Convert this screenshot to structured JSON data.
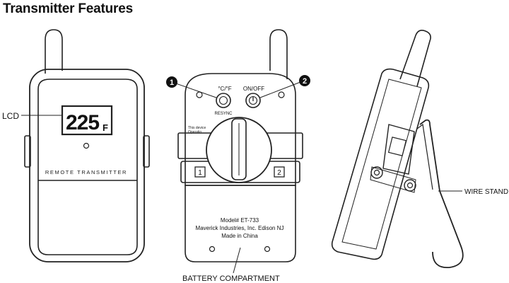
{
  "title": "Transmitter Features",
  "front": {
    "callout_lcd": "LCD",
    "lcd_reading": "225",
    "lcd_unit": "F",
    "brand_text": "REMOTE TRANSMITTER"
  },
  "back": {
    "callout_1": "1",
    "callout_2": "2",
    "button_unit_label": "°C/°F",
    "button_unit_sublabel": "RESYNC",
    "button_power_label": "ON/OFF",
    "notice_line1": "This device",
    "notice_line2": "Operatio",
    "slot_1": "1",
    "slot_2": "2",
    "model_line": "Model# ET-733",
    "maker_line": "Maverick Industries, Inc. Edison NJ",
    "origin_line": "Made in China",
    "callout_battery": "BATTERY COMPARTMENT"
  },
  "side": {
    "callout_stand": "WIRE STAND"
  }
}
